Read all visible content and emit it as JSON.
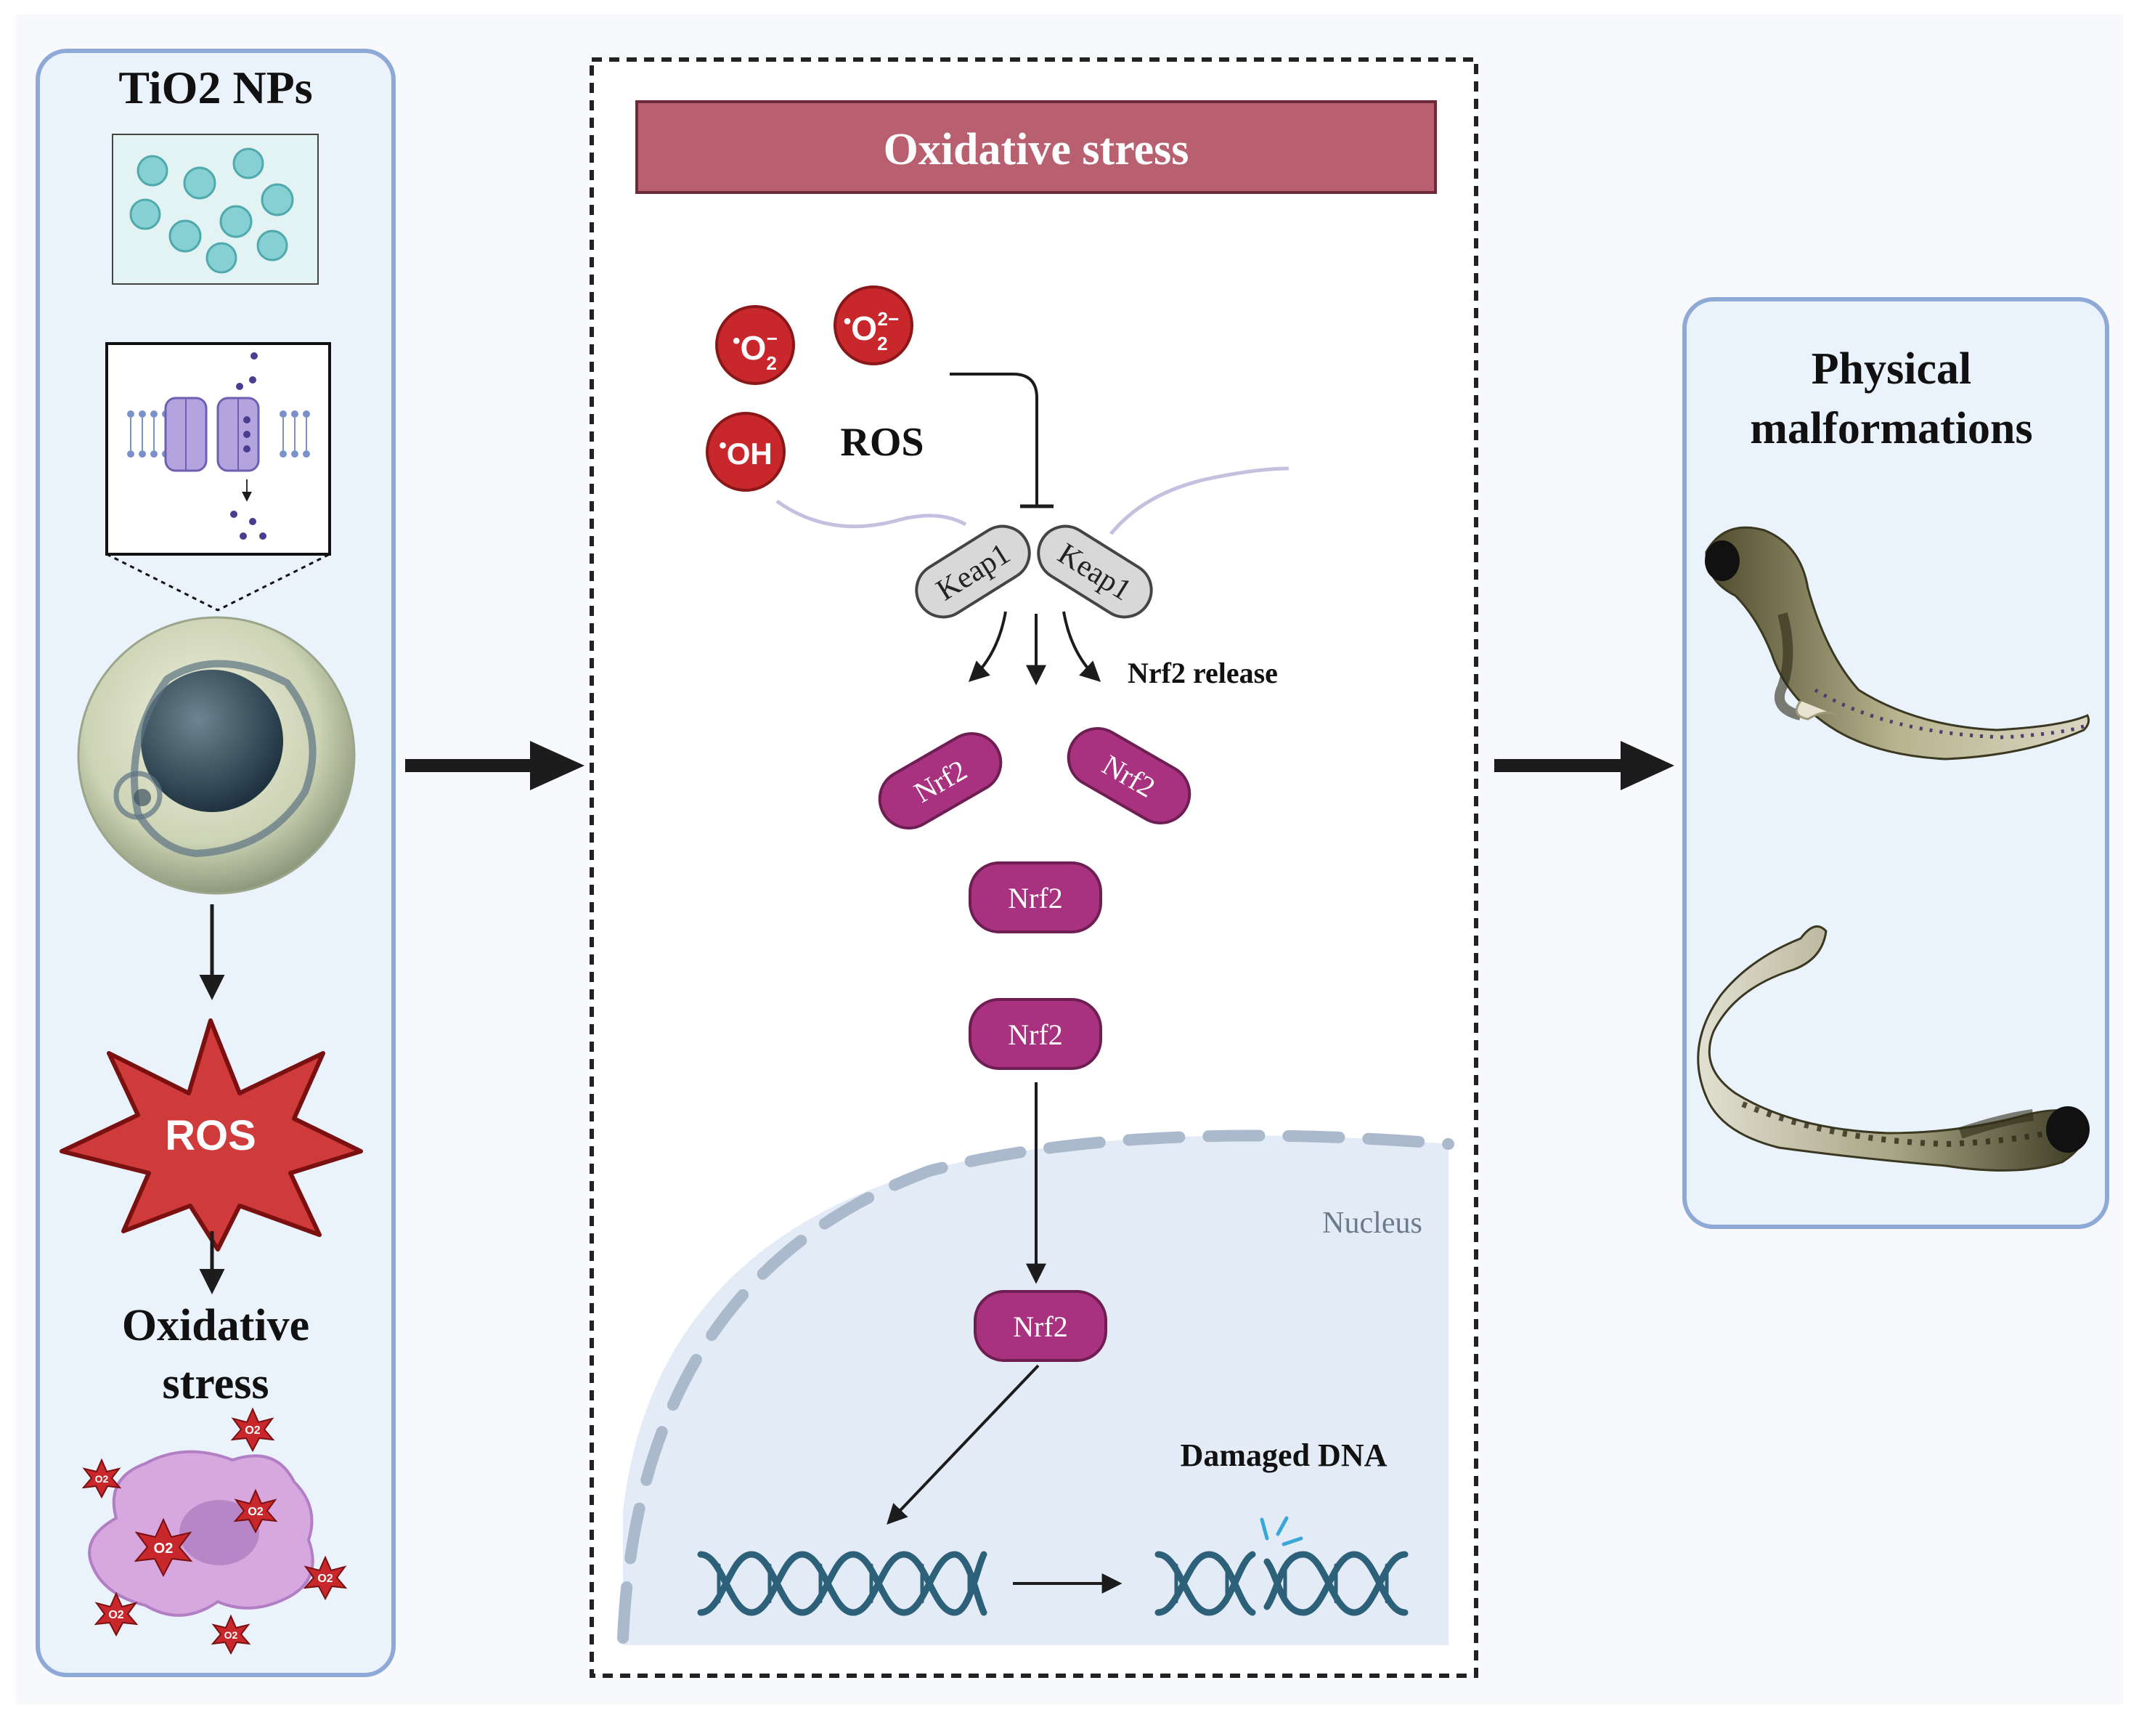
{
  "left_panel": {
    "title": "TiO2 NPs",
    "ros_burst_label": "ROS",
    "outcome_line1": "Oxidative",
    "outcome_line2": "stress",
    "radical_label": "O2"
  },
  "center_panel": {
    "banner": "Oxidative stress",
    "ros_label": "ROS",
    "species": [
      {
        "main": "O",
        "sub": "2",
        "sup": "−"
      },
      {
        "main": "O",
        "sub": "2",
        "sup": "2−"
      },
      {
        "main": "OH",
        "sub": "",
        "sup": ""
      }
    ],
    "keap1_label": "Keap1",
    "release_label": "Nrf2 release",
    "nrf2_label": "Nrf2",
    "nucleus_label": "Nucleus",
    "damaged_dna_label": "Damaged DNA"
  },
  "right_panel": {
    "title_line1": "Physical",
    "title_line2": "malformations"
  },
  "colors": {
    "panel_fill": "#eaf2fb",
    "panel_border": "#8fa9d6",
    "banner": "#b85f70",
    "ros_red": "#c8282c",
    "nrf2": "#a8327f",
    "keap1": "#d8d8d8",
    "dna": "#2d6079",
    "nucleus_fill": "#e3ecf6",
    "nucleus_border": "#aab9cc",
    "arrow": "#1c1c1c"
  }
}
